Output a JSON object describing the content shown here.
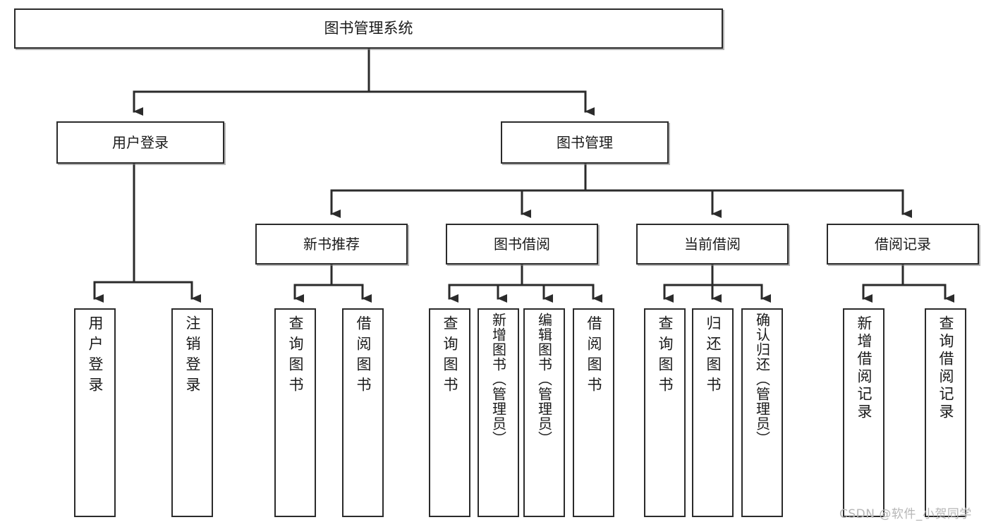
{
  "diagram": {
    "type": "tree",
    "title": "图书管理系统",
    "root": {
      "id": "root",
      "label": "图书管理系统"
    },
    "level2": [
      {
        "id": "user-login",
        "label": "用户登录"
      },
      {
        "id": "book-management",
        "label": "图书管理"
      }
    ],
    "level3": [
      {
        "id": "new-book-recommend",
        "label": "新书推荐"
      },
      {
        "id": "book-borrow",
        "label": "图书借阅"
      },
      {
        "id": "current-borrow",
        "label": "当前借阅"
      },
      {
        "id": "borrow-record",
        "label": "借阅记录"
      }
    ],
    "leaves": {
      "user_login": [
        {
          "id": "leaf-user-login",
          "label": "用户登录"
        },
        {
          "id": "leaf-logout-login",
          "label": "注销登录"
        }
      ],
      "new_book_recommend": [
        {
          "id": "leaf-query-book-1",
          "label": "查询图书"
        },
        {
          "id": "leaf-borrow-book-1",
          "label": "借阅图书"
        }
      ],
      "book_borrow": [
        {
          "id": "leaf-query-book-2",
          "label": "查询图书"
        },
        {
          "id": "leaf-add-book",
          "label": "新增图书（管理员）"
        },
        {
          "id": "leaf-edit-book",
          "label": "编辑图书（管理员）"
        },
        {
          "id": "leaf-borrow-book-2",
          "label": "借阅图书"
        }
      ],
      "current_borrow": [
        {
          "id": "leaf-query-book-3",
          "label": "查询图书"
        },
        {
          "id": "leaf-return-book",
          "label": "归还图书"
        },
        {
          "id": "leaf-confirm-return",
          "label": "确认归还（管理员）"
        }
      ],
      "borrow_record": [
        {
          "id": "leaf-add-record",
          "label": "新增借阅记录"
        },
        {
          "id": "leaf-query-record",
          "label": "查询借阅记录"
        }
      ]
    }
  },
  "watermark": {
    "text": "CSDN @软件_小贺同学"
  },
  "colors": {
    "box_border": "#2b2b2b",
    "box_fill": "#ffffff",
    "connector": "#2b2b2b",
    "text": "#1a1a1a",
    "watermark": "#b6b6b6",
    "background": "#ffffff"
  }
}
